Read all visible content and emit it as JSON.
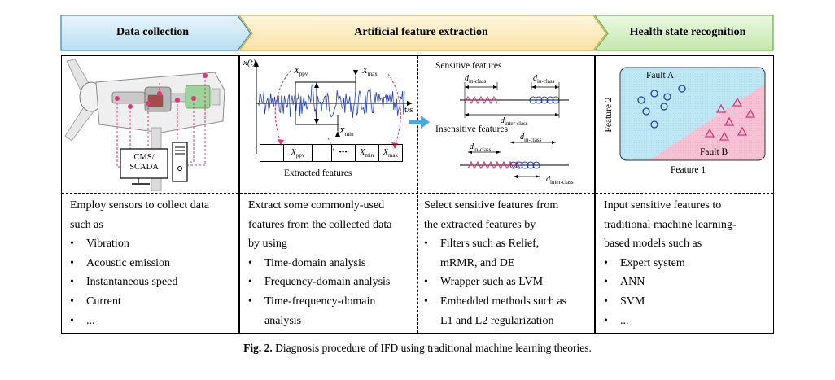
{
  "stages": [
    {
      "label": "Data collection"
    },
    {
      "label": "Artificial feature extraction"
    },
    {
      "label": "Health state recognition"
    }
  ],
  "collection": {
    "box_label": [
      "CMS/",
      "SCADA"
    ],
    "lines": [
      "Employ sensors to collect data",
      "such as",
      "Vibration",
      "Acoustic emission",
      "Instantaneous speed",
      "Current",
      "..."
    ]
  },
  "extraction": {
    "signal_label": "x(t)",
    "time_label": "t/s",
    "x_ppv": "X",
    "x_ppv_sub": "ppv",
    "x_max": "X",
    "x_max_sub": "max",
    "x_min": "X",
    "x_min_sub": "min",
    "vector_cells": [
      "X_ppv",
      "•••",
      "X_min",
      "X_max"
    ],
    "extracted_label": "Extracted features",
    "lines": [
      "Extract some commonly-used",
      "features from the collected data",
      "by using",
      "Time-domain analysis",
      "Frequency-domain analysis",
      "Time-frequency-domain",
      "analysis"
    ]
  },
  "selection": {
    "sensitive_label": "Sensitive features",
    "insensitive_label": "Insensitive features",
    "d_in_class": "in-class",
    "d_inter_class": "inter-class",
    "lines": [
      "Select sensitive features from",
      "the extracted features by",
      "Filters such as Relief,",
      "mRMR, and DE",
      "Wrapper such as LVM",
      "Embedded methods such as",
      "L1 and L2 regularization"
    ]
  },
  "recognition": {
    "fault_a": "Fault A",
    "fault_b": "Fault B",
    "feature1": "Feature 1",
    "feature2": "Feature 2",
    "lines": [
      "Input sensitive features to",
      "traditional machine learning-",
      "based models such as",
      "Expert system",
      "ANN",
      "SVM",
      "..."
    ]
  },
  "caption": {
    "fig": "Fig. 2.",
    "text": "Diagnosis procedure of IFD using traditional machine learning theories."
  },
  "colors": {
    "stage1": "#cfe9f5",
    "stage2": "#fdeec5",
    "stage3": "#d8f0c8",
    "signal": "#1f3fbf",
    "pink": "#e0357a",
    "fault_a_bg": "#bfe7f3",
    "fault_b_bg": "#f6c3d5"
  }
}
